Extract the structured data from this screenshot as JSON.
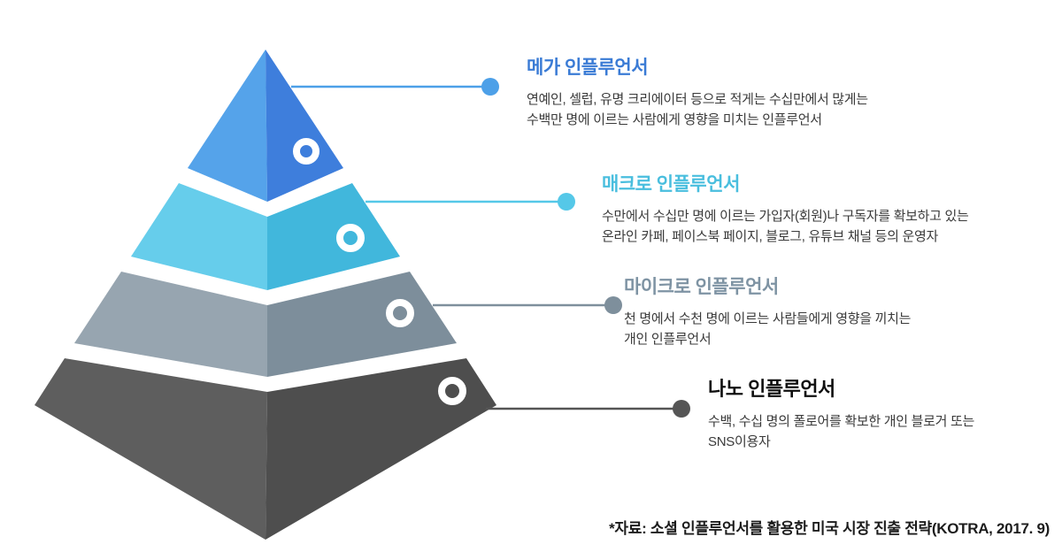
{
  "pyramid": {
    "levels": [
      {
        "id": "mega",
        "title": "메가 인플루언서",
        "desc_line1": "연예인, 셀럽, 유명 크리에이터 등으로 적게는 수십만에서 많게는",
        "desc_line2": "수백만 명에 이르는 사람에게 영향을 미치는 인플루언서",
        "title_color": "#3a7bd5",
        "face_left": "#55a3ea",
        "face_right": "#3e7edc",
        "connector": "#4da0e8"
      },
      {
        "id": "macro",
        "title": "매크로 인플루언서",
        "desc_line1": "수만에서 수십만 명에 이르는 가입자(회원)나 구독자를 확보하고 있는",
        "desc_line2": "온라인 카페, 페이스북 페이지, 블로그, 유튜브 채널 등의 운영자",
        "title_color": "#49bede",
        "face_left": "#66cdeb",
        "face_right": "#41b7dc",
        "connector": "#55c8e8"
      },
      {
        "id": "micro",
        "title": "마이크로 인플루언서",
        "desc_line1": "천 명에서 수천 명에 이르는 사람들에게 영향을 끼치는",
        "desc_line2": "개인 인플루언서",
        "title_color": "#7e93a3",
        "face_left": "#97a5b0",
        "face_right": "#7d8e9b",
        "connector": "#7e8f9c"
      },
      {
        "id": "nano",
        "title": "나노 인플루언서",
        "desc_line1": "수백, 수십 명의 폴로어를 확보한 개인 블로거 또는",
        "desc_line2": "SNS이용자",
        "title_color": "#0f0f0f",
        "face_left": "#5e5e5e",
        "face_right": "#4e4e4e",
        "connector": "#555555"
      }
    ],
    "ring_color": "#ffffff"
  },
  "source_note": "*자료: 소셜 인플루언서를 활용한 미국 시장 진출 전략(KOTRA, 2017. 9)"
}
